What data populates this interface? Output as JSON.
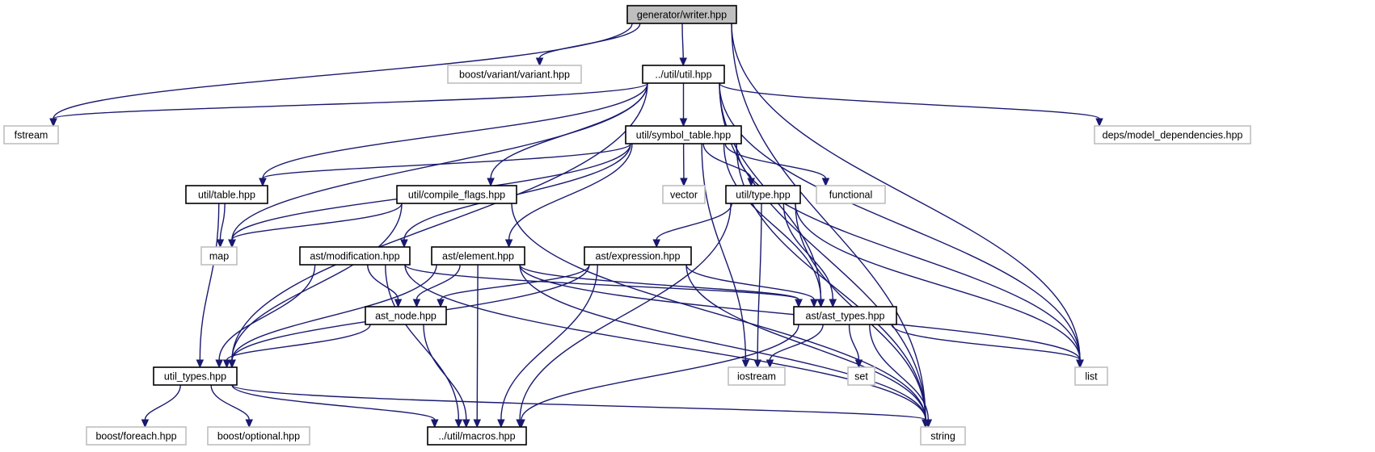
{
  "colors": {
    "edge": "#191970",
    "focus_fill": "#bfbfbf",
    "focus_border": "#000000",
    "local_border": "#000000",
    "external_border": "#bfbfbf",
    "external_text": "#000000",
    "background": "#ffffff"
  },
  "nodes": [
    {
      "id": "writer",
      "label": "generator/writer.hpp",
      "kind": "focus"
    },
    {
      "id": "variant",
      "label": "boost/variant/variant.hpp",
      "kind": "external"
    },
    {
      "id": "util",
      "label": "../util/util.hpp",
      "kind": "local"
    },
    {
      "id": "fstream",
      "label": "fstream",
      "kind": "external"
    },
    {
      "id": "symtab",
      "label": "util/symbol_table.hpp",
      "kind": "local"
    },
    {
      "id": "deps",
      "label": "deps/model_dependencies.hpp",
      "kind": "external"
    },
    {
      "id": "table",
      "label": "util/table.hpp",
      "kind": "local"
    },
    {
      "id": "compile",
      "label": "util/compile_flags.hpp",
      "kind": "local"
    },
    {
      "id": "vector",
      "label": "vector",
      "kind": "external"
    },
    {
      "id": "type",
      "label": "util/type.hpp",
      "kind": "local"
    },
    {
      "id": "functional",
      "label": "functional",
      "kind": "external"
    },
    {
      "id": "map",
      "label": "map",
      "kind": "external"
    },
    {
      "id": "astmod",
      "label": "ast/modification.hpp",
      "kind": "local"
    },
    {
      "id": "astelem",
      "label": "ast/element.hpp",
      "kind": "local"
    },
    {
      "id": "astexpr",
      "label": "ast/expression.hpp",
      "kind": "local"
    },
    {
      "id": "astnode",
      "label": "ast_node.hpp",
      "kind": "local"
    },
    {
      "id": "asttypes",
      "label": "ast/ast_types.hpp",
      "kind": "local"
    },
    {
      "id": "utiltypes",
      "label": "util_types.hpp",
      "kind": "local"
    },
    {
      "id": "iostream",
      "label": "iostream",
      "kind": "external"
    },
    {
      "id": "set",
      "label": "set",
      "kind": "external"
    },
    {
      "id": "list",
      "label": "list",
      "kind": "external"
    },
    {
      "id": "foreach",
      "label": "boost/foreach.hpp",
      "kind": "external"
    },
    {
      "id": "optional",
      "label": "boost/optional.hpp",
      "kind": "external"
    },
    {
      "id": "macros",
      "label": "../util/macros.hpp",
      "kind": "local"
    },
    {
      "id": "string",
      "label": "string",
      "kind": "external"
    }
  ],
  "edges": [
    [
      "writer",
      "variant"
    ],
    [
      "writer",
      "util"
    ],
    [
      "writer",
      "fstream"
    ],
    [
      "writer",
      "list"
    ],
    [
      "writer",
      "string"
    ],
    [
      "util",
      "fstream"
    ],
    [
      "util",
      "symtab"
    ],
    [
      "util",
      "deps"
    ],
    [
      "util",
      "table"
    ],
    [
      "util",
      "compile"
    ],
    [
      "util",
      "map"
    ],
    [
      "util",
      "utiltypes"
    ],
    [
      "util",
      "asttypes"
    ],
    [
      "util",
      "list"
    ],
    [
      "util",
      "string"
    ],
    [
      "symtab",
      "table"
    ],
    [
      "symtab",
      "vector"
    ],
    [
      "symtab",
      "type"
    ],
    [
      "symtab",
      "functional"
    ],
    [
      "symtab",
      "map"
    ],
    [
      "symtab",
      "astmod"
    ],
    [
      "symtab",
      "astelem"
    ],
    [
      "symtab",
      "asttypes"
    ],
    [
      "symtab",
      "iostream"
    ],
    [
      "symtab",
      "list"
    ],
    [
      "symtab",
      "string"
    ],
    [
      "table",
      "map"
    ],
    [
      "table",
      "utiltypes"
    ],
    [
      "compile",
      "map"
    ],
    [
      "compile",
      "utiltypes"
    ],
    [
      "compile",
      "string"
    ],
    [
      "type",
      "astexpr"
    ],
    [
      "type",
      "asttypes"
    ],
    [
      "type",
      "iostream"
    ],
    [
      "type",
      "list"
    ],
    [
      "type",
      "string"
    ],
    [
      "type",
      "macros"
    ],
    [
      "astmod",
      "astnode"
    ],
    [
      "astmod",
      "asttypes"
    ],
    [
      "astmod",
      "utiltypes"
    ],
    [
      "astmod",
      "macros"
    ],
    [
      "astmod",
      "string"
    ],
    [
      "astelem",
      "astnode"
    ],
    [
      "astelem",
      "asttypes"
    ],
    [
      "astelem",
      "utiltypes"
    ],
    [
      "astelem",
      "macros"
    ],
    [
      "astelem",
      "string"
    ],
    [
      "astelem",
      "list"
    ],
    [
      "astexpr",
      "astnode"
    ],
    [
      "astexpr",
      "asttypes"
    ],
    [
      "astexpr",
      "utiltypes"
    ],
    [
      "astexpr",
      "macros"
    ],
    [
      "astexpr",
      "string"
    ],
    [
      "astnode",
      "utiltypes"
    ],
    [
      "astnode",
      "macros"
    ],
    [
      "asttypes",
      "iostream"
    ],
    [
      "asttypes",
      "set"
    ],
    [
      "asttypes",
      "list"
    ],
    [
      "asttypes",
      "string"
    ],
    [
      "asttypes",
      "macros"
    ],
    [
      "utiltypes",
      "foreach"
    ],
    [
      "utiltypes",
      "optional"
    ],
    [
      "utiltypes",
      "macros"
    ],
    [
      "utiltypes",
      "string"
    ]
  ]
}
